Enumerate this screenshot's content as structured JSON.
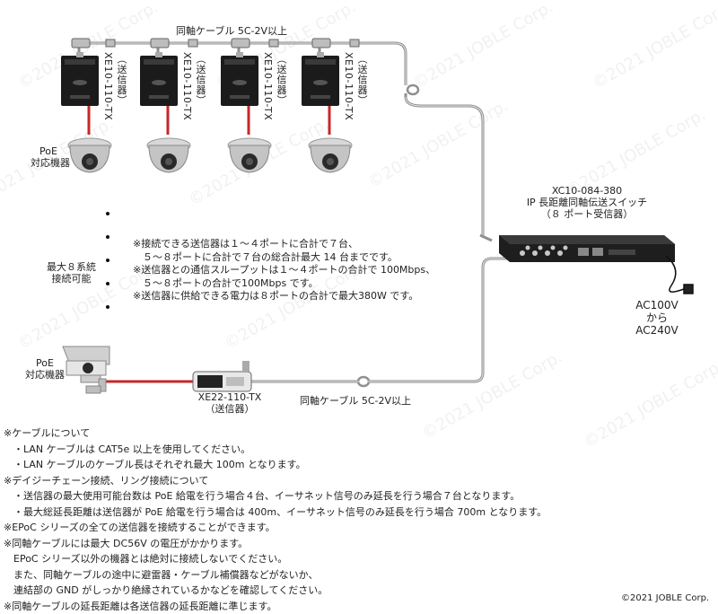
{
  "watermark": "©2021 JOBLE Corp.",
  "copyright": "©2021 JOBLE Corp.",
  "top_cable": "同軸ケーブル 5C-2V以上",
  "bottom_cable": "同軸ケーブル 5C-2V以上",
  "transmitters": [
    {
      "model": "XE10-110-TX",
      "role": "（送信器）"
    },
    {
      "model": "XE10-110-TX",
      "role": "（送信器）"
    },
    {
      "model": "XE10-110-TX",
      "role": "（送信器）"
    },
    {
      "model": "XE10-110-TX",
      "role": "（送信器）"
    }
  ],
  "poe_top": [
    "PoE",
    "対応機器"
  ],
  "poe_bottom": [
    "PoE",
    "対応機器"
  ],
  "max_systems": [
    "最大８系統",
    "接続可能"
  ],
  "middle_notes": [
    "※接続できる送信器は１～４ポートに合計で７台、",
    "　５～８ポートに合計で７台の総合計最大 14 台までです。",
    "※送信器との通信スループットは１～４ポートの合計で 100Mbps、",
    "　５～８ポートの合計で100Mbps です。",
    "※送信器に供給できる電力は８ポートの合計で最大380W です。"
  ],
  "switch": {
    "model": "XC10-084-380",
    "name": "IP 長距離同軸伝送スイッチ",
    "ports": "（８ ポート受信器）"
  },
  "power": [
    "AC100V",
    "から",
    "AC240V"
  ],
  "bottom_tx": {
    "model": "XE22-110-TX",
    "role": "（送信器）"
  },
  "notes": [
    "※ケーブルについて",
    "　・LAN ケーブルは CAT5e 以上を使用してください。",
    "　・LAN ケーブルのケーブル長はそれぞれ最大 100m となります。",
    "※デイジーチェーン接続、リング接続について",
    "　・送信器の最大使用可能台数は PoE 給電を行う場合４台、イーサネット信号のみ延長を行う場合７台となります。",
    "　・最大総延長距離は送信器が PoE 給電を行う場合は 400m、イーサネット信号のみ延長を行う場合 700m となります。",
    "※EPoC シリーズの全ての送信器を接続することができます。",
    "※同軸ケーブルには最大 DC56V の電圧がかかります。",
    "　EPoC シリーズ以外の機器とは絶対に接続しないでください。",
    "　また、同軸ケーブルの途中に避雷器・ケーブル補償器などがないか、",
    "　連結部の GND がしっかり絶縁されているかなどを確認してください。",
    "※同軸ケーブルの延長距離は各送信器の延長距離に準じます。"
  ],
  "colors": {
    "lan_cable": "#c62828",
    "coax": "#9e9e9e",
    "device": "#1b1b1b"
  }
}
